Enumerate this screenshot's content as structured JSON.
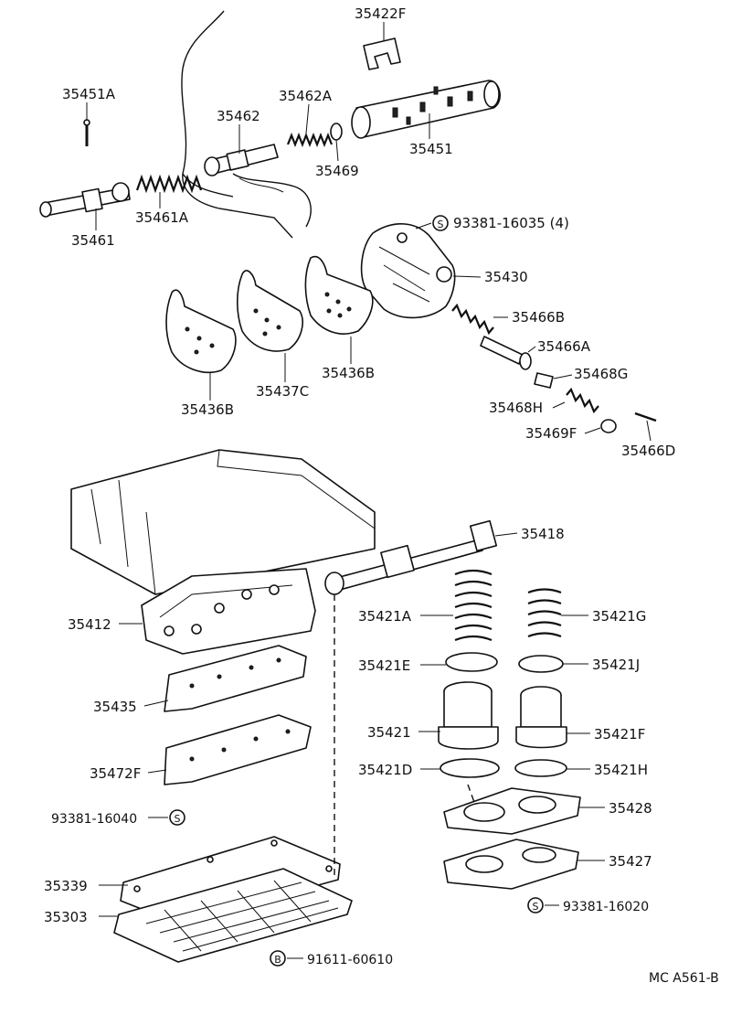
{
  "diagram_code": "MC A561-B",
  "symbols": {
    "s": "S",
    "b": "B"
  },
  "labels": {
    "p35422F": "35422F",
    "p35451A": "35451A",
    "p35462A": "35462A",
    "p35462": "35462",
    "p35469": "35469",
    "p35451": "35451",
    "p35461A": "35461A",
    "p35461": "35461",
    "p93381_16035": "93381-16035 (4)",
    "p35430": "35430",
    "p35466B": "35466B",
    "p35466A": "35466A",
    "p35468G": "35468G",
    "p35468H": "35468H",
    "p35469F": "35469F",
    "p35466D": "35466D",
    "p35436B_right": "35436B",
    "p35437C": "35437C",
    "p35436B_left": "35436B",
    "p35418": "35418",
    "p35412": "35412",
    "p35421A": "35421A",
    "p35421G": "35421G",
    "p35421E": "35421E",
    "p35421J": "35421J",
    "p35435": "35435",
    "p35421": "35421",
    "p35421F": "35421F",
    "p35472F": "35472F",
    "p35421D": "35421D",
    "p35421H": "35421H",
    "p35428": "35428",
    "p93381_16040": "93381-16040",
    "p35427": "35427",
    "p35339": "35339",
    "p93381_16020": "93381-16020",
    "p35303": "35303",
    "p91611_60610": "91611-60610"
  }
}
